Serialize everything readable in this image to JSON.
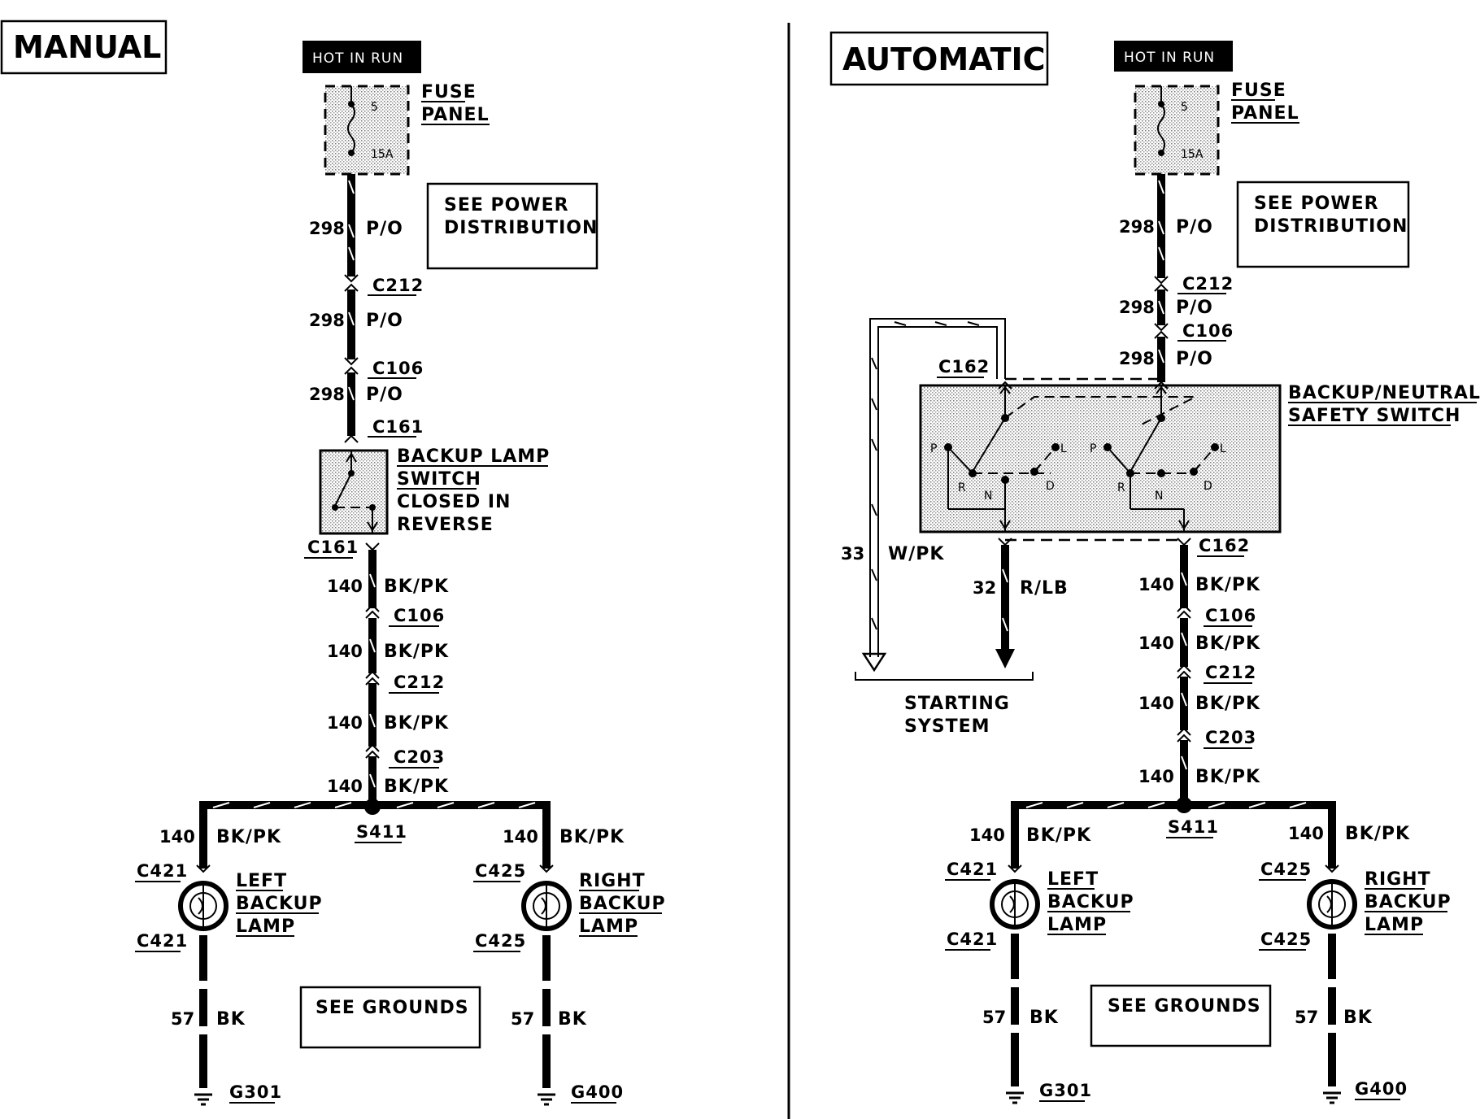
{
  "manual": {
    "title": "MANUAL",
    "hot_in_run": "HOT IN RUN",
    "fuse": {
      "line1": "FUSE",
      "line2": "PANEL",
      "number": "5",
      "rating": "15A"
    },
    "see_power": {
      "line1": "SEE POWER",
      "line2": "DISTRIBUTION"
    },
    "wire_298": {
      "circuit": "298",
      "color": "P/O"
    },
    "c212": "C212",
    "c106": "C106",
    "c161": "C161",
    "switch": {
      "line1": "BACKUP LAMP",
      "line2": "SWITCH",
      "line3": "CLOSED IN",
      "line4": "REVERSE"
    },
    "wire_140": {
      "circuit": "140",
      "color": "BK/PK"
    },
    "c203": "C203",
    "s411": "S411",
    "c421": "C421",
    "c425": "C425",
    "left_lamp": {
      "line1": "LEFT",
      "line2": "BACKUP",
      "line3": "LAMP"
    },
    "right_lamp": {
      "line1": "RIGHT",
      "line2": "BACKUP",
      "line3": "LAMP"
    },
    "wire_57": {
      "circuit": "57",
      "color": "BK"
    },
    "see_grounds": "SEE GROUNDS",
    "g301": "G301",
    "g400": "G400"
  },
  "automatic": {
    "title": "AUTOMATIC",
    "hot_in_run": "HOT IN RUN",
    "fuse": {
      "line1": "FUSE",
      "line2": "PANEL",
      "number": "5",
      "rating": "15A"
    },
    "see_power": {
      "line1": "SEE POWER",
      "line2": "DISTRIBUTION"
    },
    "wire_298": {
      "circuit": "298",
      "color": "P/O"
    },
    "c212": "C212",
    "c106": "C106",
    "c162": "C162",
    "switch": {
      "line1": "BACKUP/NEUTRAL",
      "line2": "SAFETY SWITCH"
    },
    "gear": {
      "p": "P",
      "r": "R",
      "n": "N",
      "d": "D",
      "l": "L"
    },
    "wire_33": {
      "circuit": "33",
      "color": "W/PK"
    },
    "wire_32": {
      "circuit": "32",
      "color": "R/LB"
    },
    "starting": {
      "line1": "STARTING",
      "line2": "SYSTEM"
    },
    "wire_140": {
      "circuit": "140",
      "color": "BK/PK"
    },
    "c203": "C203",
    "s411": "S411",
    "c421": "C421",
    "c425": "C425",
    "left_lamp": {
      "line1": "LEFT",
      "line2": "BACKUP",
      "line3": "LAMP"
    },
    "right_lamp": {
      "line1": "RIGHT",
      "line2": "BACKUP",
      "line3": "LAMP"
    },
    "wire_57": {
      "circuit": "57",
      "color": "BK"
    },
    "see_grounds": "SEE GROUNDS",
    "g301": "G301",
    "g400": "G400"
  }
}
